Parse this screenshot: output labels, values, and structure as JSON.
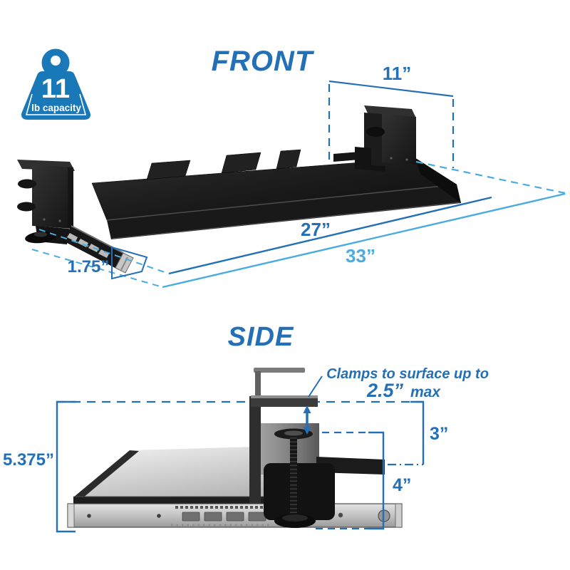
{
  "colors": {
    "primary_blue": "#2470b6",
    "light_blue": "#4aacde",
    "icon_blue": "#1878b8"
  },
  "capacity_badge": {
    "value": "11",
    "unit": "lb capacity"
  },
  "front": {
    "title": "FRONT",
    "dims": {
      "clamp_width": "11”",
      "tray_width": "27”",
      "total_width": "33”",
      "tray_thickness": "1.75”"
    }
  },
  "side": {
    "title": "SIDE",
    "note_line1": "Clamps to surface up to",
    "note_value": "2.5”",
    "note_suffix": "max",
    "dims": {
      "total_height": "5.375”",
      "surface_to_arm": "3”",
      "arm_drop": "4”"
    }
  }
}
